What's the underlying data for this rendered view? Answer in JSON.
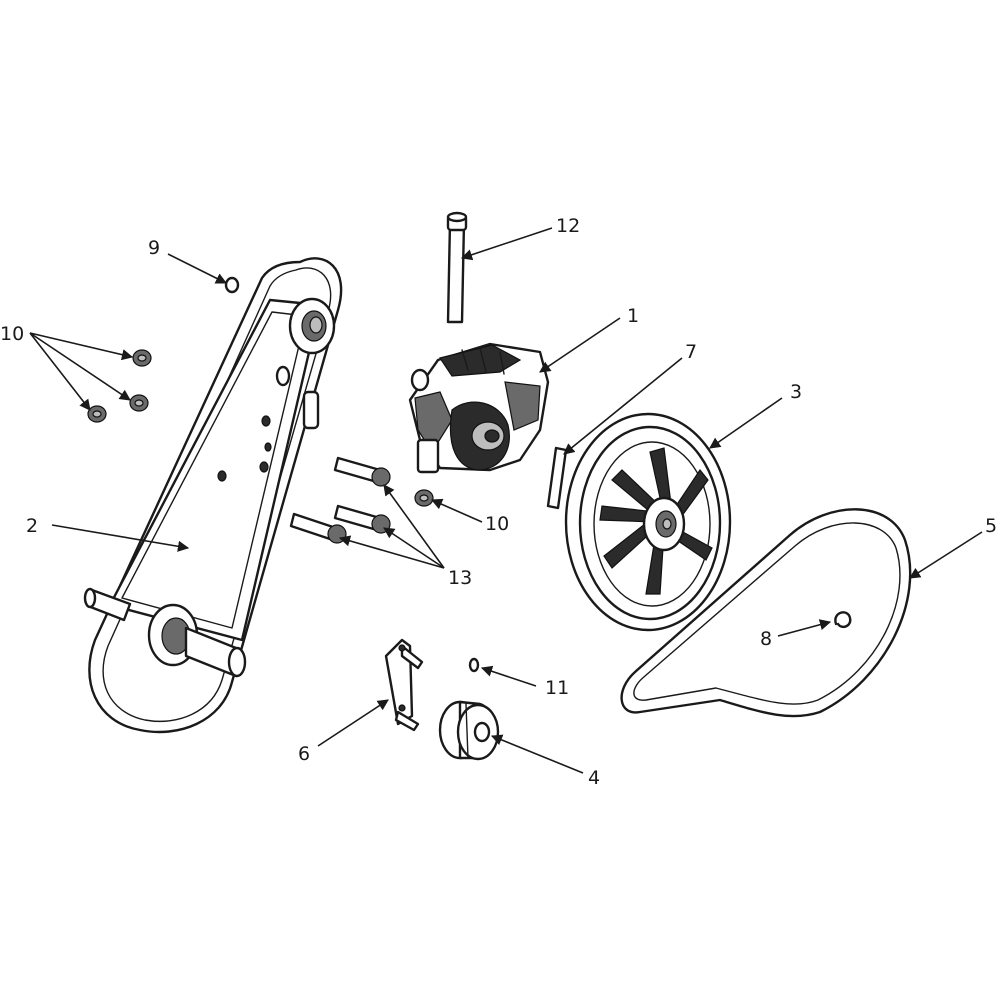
{
  "callouts": [
    {
      "id": "1",
      "text": "1"
    },
    {
      "id": "2",
      "text": "2"
    },
    {
      "id": "3",
      "text": "3"
    },
    {
      "id": "4",
      "text": "4"
    },
    {
      "id": "5",
      "text": "5"
    },
    {
      "id": "6",
      "text": "6"
    },
    {
      "id": "7",
      "text": "7"
    },
    {
      "id": "8",
      "text": "8"
    },
    {
      "id": "9",
      "text": "9"
    },
    {
      "id": "10a",
      "text": "10"
    },
    {
      "id": "10b",
      "text": "10"
    },
    {
      "id": "11",
      "text": "11"
    },
    {
      "id": "12",
      "text": "12"
    },
    {
      "id": "13",
      "text": "13"
    }
  ]
}
